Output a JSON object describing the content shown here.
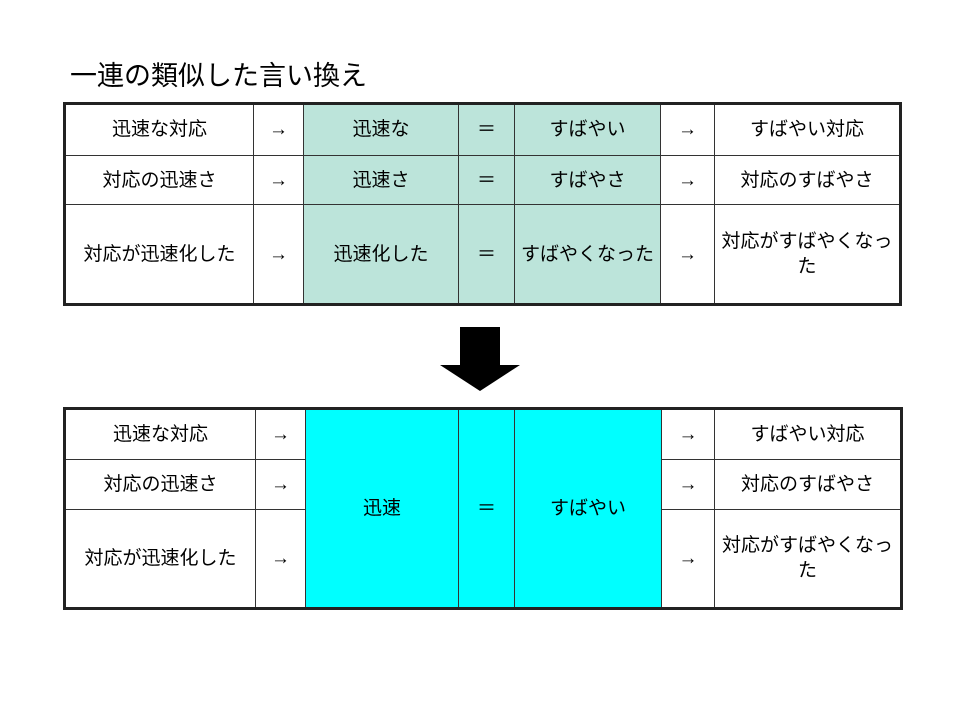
{
  "title": "一連の類似した言い換え",
  "colors": {
    "mint": "#BCE4DA",
    "cyan": "#00FFFF"
  },
  "arrow_icon": "down-arrow",
  "table1": {
    "rows": [
      [
        "迅速な対応",
        "→",
        "迅速な",
        "＝",
        "すばやい",
        "→",
        "すばやい対応"
      ],
      [
        "対応の迅速さ",
        "→",
        "迅速さ",
        "＝",
        "すばやさ",
        "→",
        "対応のすばやさ"
      ],
      [
        "対応が迅速化した",
        "→",
        "迅速化した",
        "＝",
        "すばやくなった",
        "→",
        "対応がすばやくなった"
      ]
    ]
  },
  "table2": {
    "rows": [
      [
        "迅速な対応",
        "→",
        "→",
        "すばやい対応"
      ],
      [
        "対応の迅速さ",
        "→",
        "→",
        "対応のすばやさ"
      ],
      [
        "対応が迅速化した",
        "→",
        "→",
        "対応がすばやくなった"
      ]
    ],
    "merged": {
      "left": "迅速",
      "eq": "＝",
      "right": "すばやい"
    }
  }
}
